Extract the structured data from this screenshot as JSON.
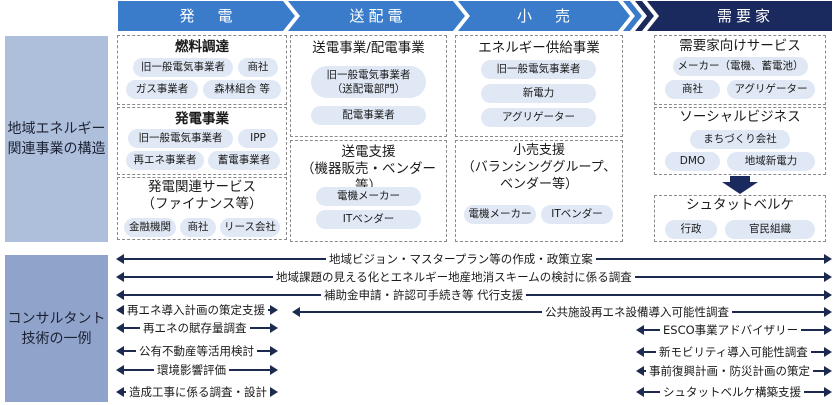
{
  "header": {
    "phases": [
      "発　電",
      "送配電",
      "小　売",
      "需要家"
    ],
    "colors": {
      "light": "#3a7cc9",
      "dark": "#1b2a5e"
    }
  },
  "side": {
    "top_label": "地域エネルギー\n関連事業の構造",
    "bottom_label": "コンサルタント\n技術の一例"
  },
  "generation": {
    "fuel": {
      "title": "燃料調達",
      "items": [
        "旧一般電気事業者",
        "商社",
        "ガス事業者",
        "森林組合 等"
      ]
    },
    "power": {
      "title": "発電事業",
      "items": [
        "旧一般電気事業者",
        "IPP",
        "再エネ事業者",
        "蓄電事業者"
      ]
    },
    "related": {
      "title": "発電関連サービス\n（ファイナンス等）",
      "items": [
        "金融機関",
        "商社",
        "リース会社"
      ]
    }
  },
  "transmission": {
    "business": {
      "title": "送電事業/配電事業",
      "items": [
        "旧一般電気事業者\n（送配電部門）",
        "配電事業者"
      ]
    },
    "support": {
      "title": "送電支援\n（機器販売・ベンダー等）",
      "items": [
        "電機メーカー",
        "ITベンダー"
      ]
    }
  },
  "retail": {
    "supply": {
      "title": "エネルギー供給事業",
      "items": [
        "旧一般電気事業者",
        "新電力",
        "アグリゲーター"
      ]
    },
    "support": {
      "title": "小売支援\n（バランシンググループ、\nベンダー等）",
      "items": [
        "電機メーカー",
        "ITベンダー"
      ]
    }
  },
  "consumer": {
    "services": {
      "title": "需要家向けサービス",
      "items": [
        "メーカー（電機、蓄電池）",
        "商社",
        "アグリゲーター"
      ]
    },
    "social": {
      "title": "ソーシャルビジネス",
      "items": [
        "まちづくり会社",
        "DMO",
        "地域新電力"
      ]
    },
    "stadtwerke": {
      "title": "シュタットベルケ",
      "items": [
        "行政",
        "官民組織"
      ]
    }
  },
  "consulting": {
    "full": [
      "地域ビジョン・マスタープラン等の作成・政策立案",
      "地域課題の見える化とエネルギー地産地消スキームの検討に係る調査",
      "補助金申請・許認可手続き等 代行支援"
    ],
    "mid": "公共施設再エネ設備導入可能性調査",
    "left": [
      "再エネ導入計画の策定支援",
      "再エネの賦存量調査",
      "公有不動産等活用検討",
      "環境影響評価",
      "造成工事に係る調査・設計"
    ],
    "right": [
      "ESCO事業アドバイザリー",
      "新モビリティ導入可能性調査",
      "事前復興計画・防災計画の策定",
      "シュタットベルケ構築支援"
    ]
  }
}
